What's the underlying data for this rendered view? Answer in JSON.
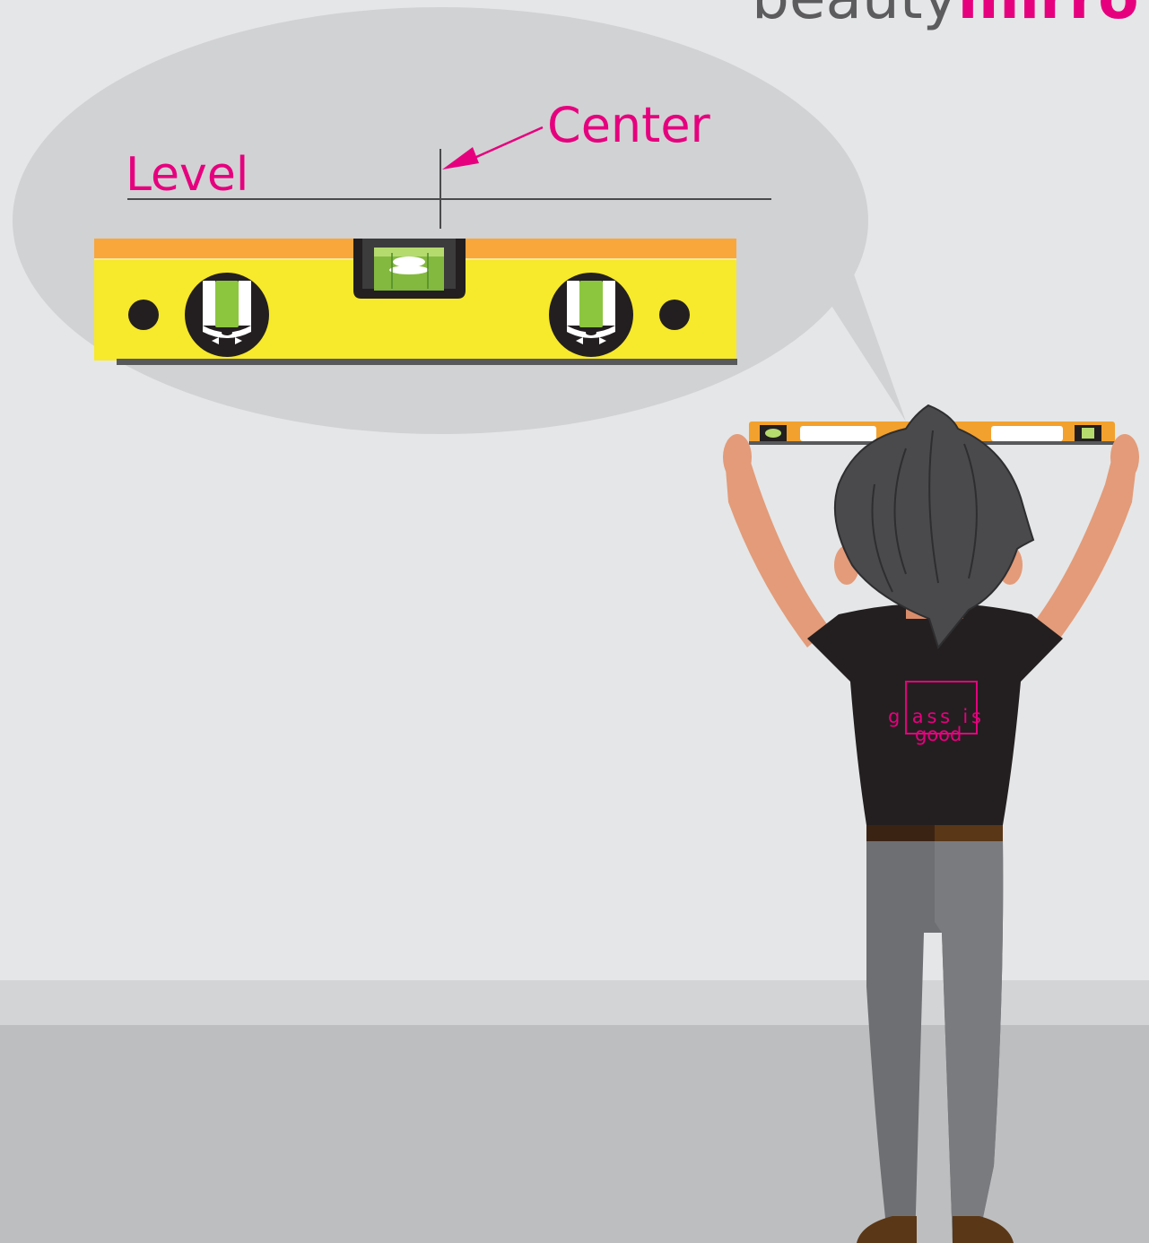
{
  "brand": {
    "light": "beauty",
    "bold": "mirro"
  },
  "callout": {
    "level_label": "Level",
    "center_label": "Center"
  },
  "shirt_logo": {
    "line1": "glass is",
    "line2": "good"
  },
  "colors": {
    "accent": "#E6007E",
    "wall": "#E5E6E7",
    "floor": "#BDBEC0",
    "bubble": "#D1D2D4",
    "level_yellow": "#F7E92B",
    "level_orange": "#F9A63B",
    "skin": "#E39B79",
    "hair": "#4A4A4C",
    "shirt": "#231F20",
    "pants": "#6E6F72",
    "belt": "#5A3716"
  },
  "icons": [
    "spirit-level-icon",
    "person-icon",
    "arrow-icon"
  ]
}
